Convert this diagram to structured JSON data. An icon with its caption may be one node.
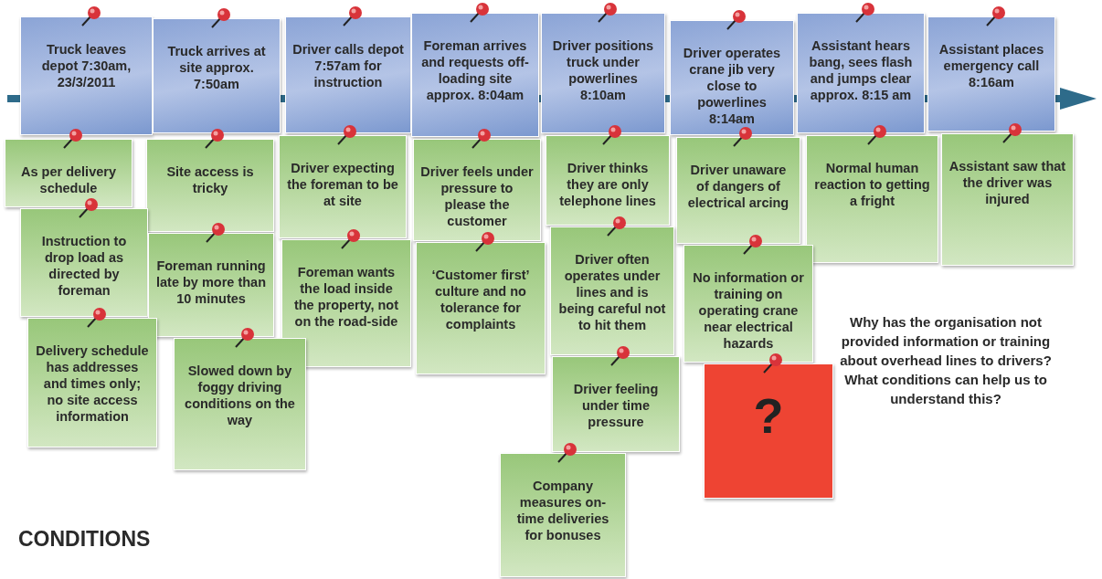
{
  "diagram": {
    "nodes": [
      {
        "text": [
          "Truck leaves depot 7:30am, 23/3/2011"
        ]
      },
      {
        "text": [
          "Truck arrives at site approx. 7:50am"
        ]
      },
      {
        "text": [
          "Driver calls depot 7:57am for instruction"
        ]
      },
      {
        "text": [
          "Foreman arrives and requests off-loading site approx. 8:04am"
        ]
      },
      {
        "text": [
          "Driver positions truck under powerlines 8:10am"
        ]
      },
      {
        "text": [
          "Driver operates crane jib very close to powerlines 8:14am"
        ]
      },
      {
        "text": [
          "Assistant hears bang, sees flash and jumps clear approx. 8:15 am"
        ]
      },
      {
        "text": [
          "Assistant places emergency call 8:16am"
        ]
      },
      {
        "text": [
          "As per delivery schedule"
        ]
      },
      {
        "text": [
          "Site access is tricky"
        ]
      },
      {
        "text": [
          "Driver expecting the foreman to be at site"
        ]
      },
      {
        "text": [
          "Driver feels under pressure to please the customer"
        ]
      },
      {
        "text": [
          "Driver thinks they are only telephone lines"
        ]
      },
      {
        "text": [
          "Driver unaware of dangers of electrical arcing"
        ]
      },
      {
        "text": [
          "Normal human reaction to getting a fright"
        ]
      },
      {
        "text": [
          "Assistant saw that the driver was injured"
        ]
      },
      {
        "text": [
          "Instruction to drop load as directed by foreman"
        ]
      },
      {
        "text": [
          "Foreman running late by more than 10 minutes"
        ]
      },
      {
        "text": [
          "Foreman wants the load inside the property, not on the road-side"
        ]
      },
      {
        "text": [
          "‘Customer first’ culture and no tolerance for complaints"
        ]
      },
      {
        "text": [
          "Driver often operates under lines and is being careful not to hit them"
        ]
      },
      {
        "text": [
          "No information or training on operating crane near electrical hazards"
        ]
      },
      {
        "text": [
          "Delivery schedule has addresses and times only; no site access information"
        ]
      },
      {
        "text": [
          "Slowed down by foggy driving conditions on the way"
        ]
      },
      {
        "text": [
          "Driver feeling under time pressure"
        ]
      },
      {
        "text": [
          "?"
        ]
      },
      {
        "text": [
          "Company measures on-time deliveries for bonuses"
        ]
      }
    ],
    "labels": [
      "Why has the organisation not provided information or training about overhead lines to drivers? What conditions can help us to understand this?",
      "CONDITIONS"
    ]
  }
}
